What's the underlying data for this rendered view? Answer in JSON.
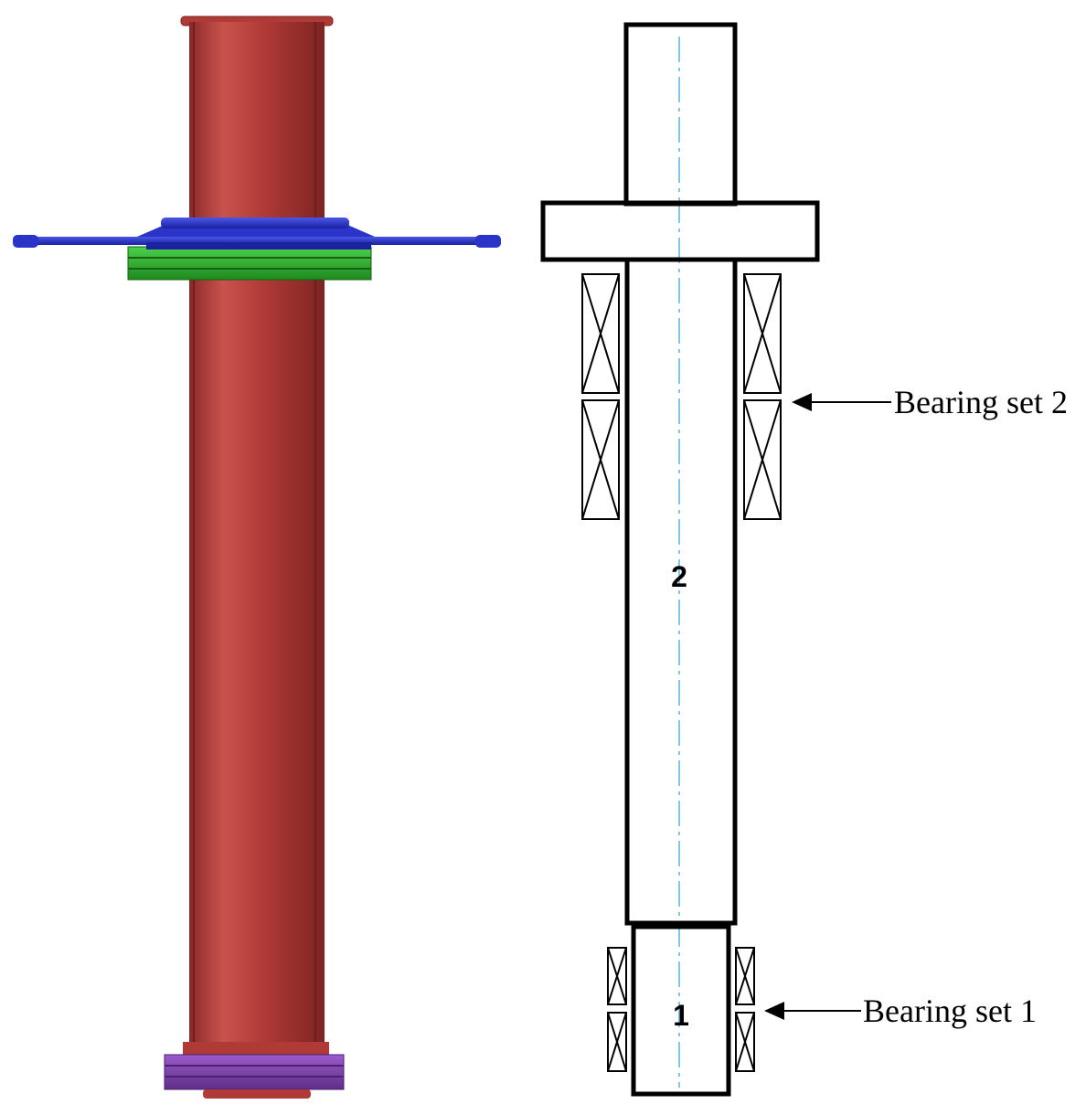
{
  "colors": {
    "shaft": "#b03a36",
    "shaft_highlight": "#c9524c",
    "shaft_shadow": "#7d2422",
    "top_flange": "#2a34c8",
    "green_pulley": "#2aa82a",
    "bottom_pulley": "#7a3fa8",
    "line": "#000000",
    "centerline": "#7ec8e3"
  },
  "schematic": {
    "segment_1": "1",
    "segment_2": "2",
    "bearing_set_1_label": "Bearing set 1",
    "bearing_set_2_label": "Bearing set 2"
  }
}
